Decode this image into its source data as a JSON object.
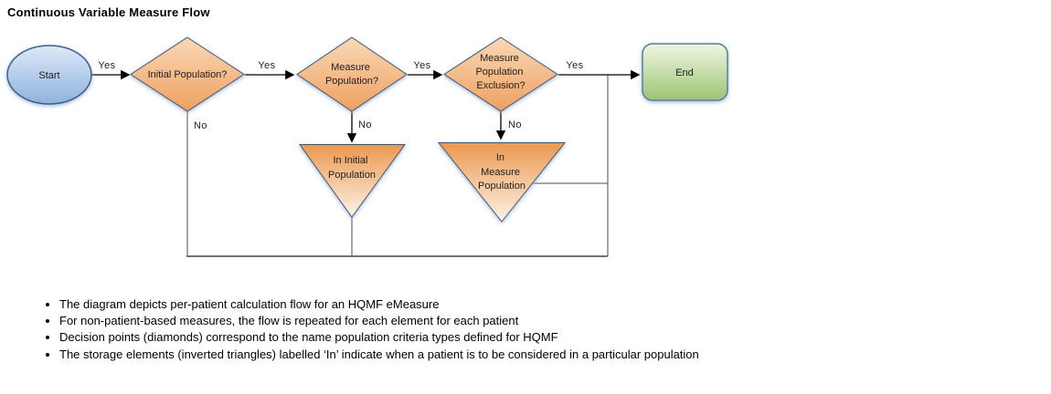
{
  "title": "Continuous Variable Measure Flow",
  "flow": {
    "start": {
      "label": "Start"
    },
    "decision_initial_population": {
      "label": "Initial Population?"
    },
    "decision_measure_population": {
      "line1": "Measure",
      "line2": "Population?"
    },
    "decision_measure_population_exclusion": {
      "line1": "Measure",
      "line2": "Population",
      "line3": "Exclusion?"
    },
    "end": {
      "label": "End"
    },
    "storage_in_initial_population": {
      "line1": "In Initial",
      "line2": "Population"
    },
    "storage_in_measure_population": {
      "line1": "In",
      "line2": "Measure",
      "line3": "Population"
    },
    "edge_labels": {
      "yes1": "Yes",
      "yes2": "Yes",
      "yes3": "Yes",
      "yes4": "Yes",
      "no1": "No",
      "no2": "No",
      "no3": "No"
    }
  },
  "notes": [
    "The diagram depicts per-patient calculation flow for an HQMF eMeasure",
    "For non-patient-based measures, the flow is repeated for each element for each patient",
    "Decision points (diamonds) correspond to the name population criteria types defined for HQMF",
    "The storage elements (inverted triangles) labelled ‘In’ indicate when a patient is to be considered in a particular population"
  ],
  "colors": {
    "start_fill_top": "#dce9f7",
    "start_fill_bottom": "#8fb3dc",
    "start_border": "#3c5f88",
    "decision_fill_top": "#fad8b6",
    "decision_fill_bottom": "#eea060",
    "storage_fill_top": "#eb9950",
    "storage_fill_bottom": "#fdf3e8",
    "end_fill_top": "#eef6e2",
    "end_fill_bottom": "#9dc475",
    "end_border": "#5d7f95",
    "shape_border": "#44546a",
    "glow": "#93b1d8",
    "connector": "#000000",
    "feedback_line": "#595959",
    "text": "#1f1f1f"
  }
}
